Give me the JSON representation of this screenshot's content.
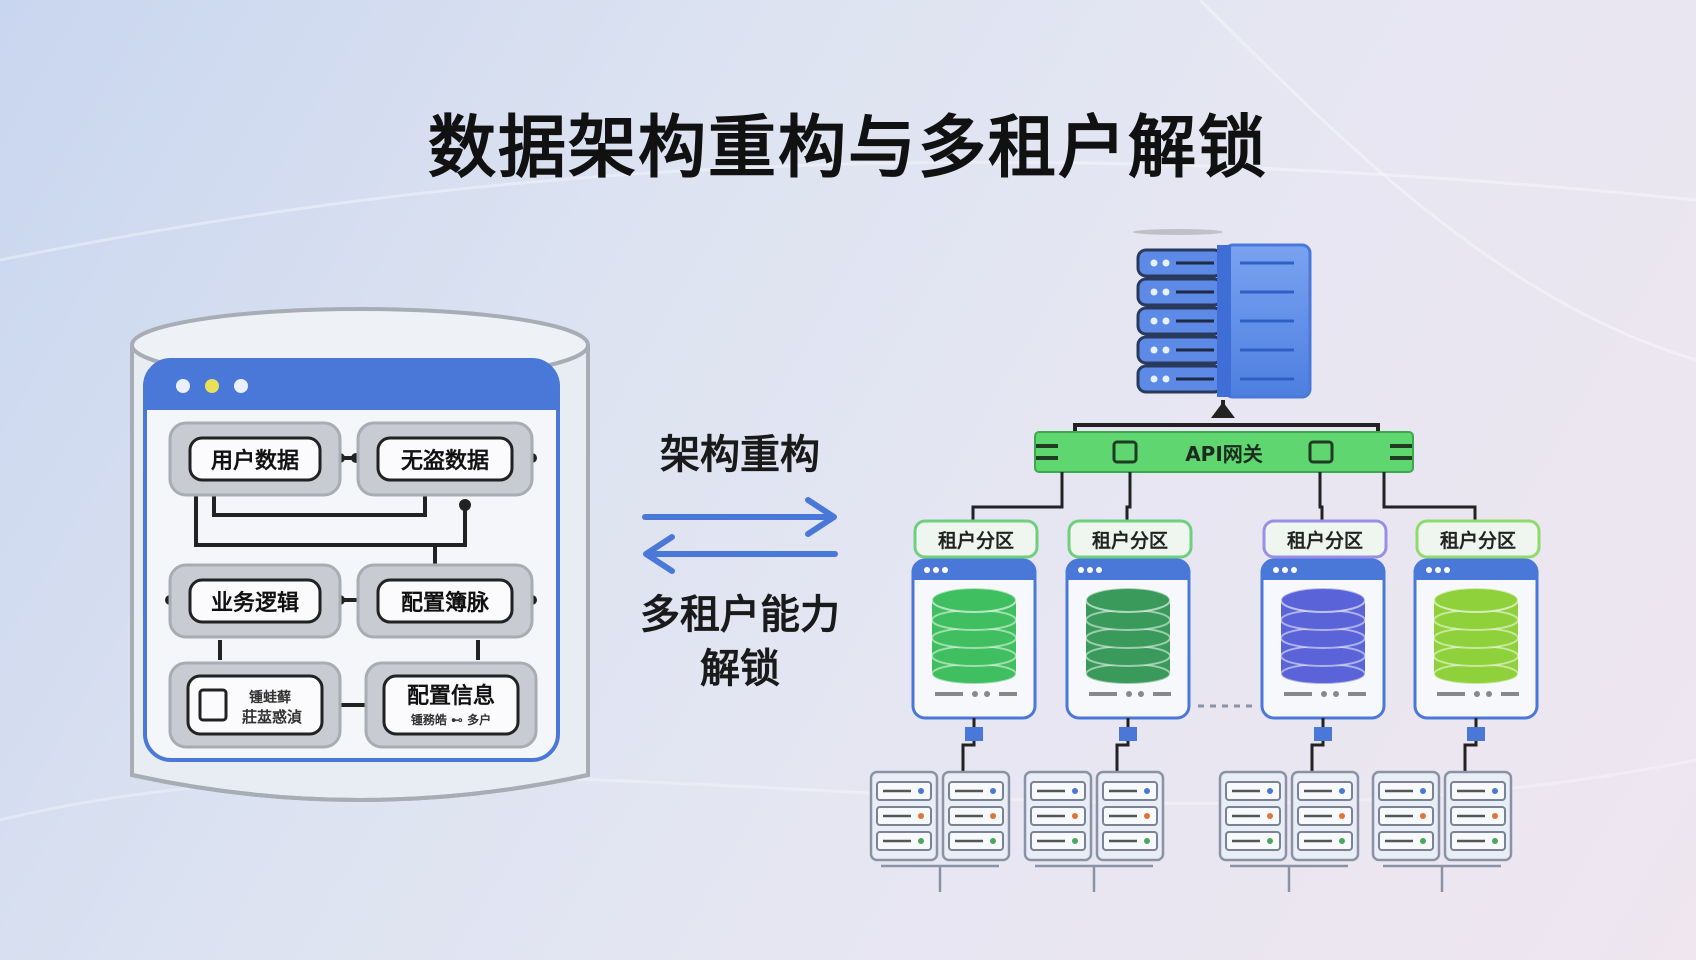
{
  "title": "数据架构重构与多租户解锁",
  "left_panel": {
    "boxes": {
      "user_data": "用户数据",
      "stateless_data": "无盗数据",
      "business_logic": "业务逻辑",
      "config_cache": "配置簿脉",
      "misc_line1": "锺蛙藓",
      "misc_line2": "莊莁惑湞",
      "config_info": "配置信息",
      "config_info_sub": "锺務皓 ⊷ 多户"
    }
  },
  "middle": {
    "top_label": "架构重构",
    "bottom_label_line1": "多租户能力",
    "bottom_label_line2": "解锁"
  },
  "right_panel": {
    "gateway_label": "API网关",
    "partitions": [
      {
        "label": "租户分区",
        "color": "#3fbf5f",
        "border": "#6fcf7f"
      },
      {
        "label": "租户分区",
        "color": "#3a9a5c",
        "border": "#6fcf7f"
      },
      {
        "label": "租户分区",
        "color": "#5b63d8",
        "border": "#9a8ee6"
      },
      {
        "label": "租户分区",
        "color": "#8fd13a",
        "border": "#8fd96f"
      }
    ]
  },
  "colors": {
    "accent_blue": "#4a78d8",
    "gateway_green": "#5fd66f",
    "frame_gray": "#a8acb4"
  }
}
